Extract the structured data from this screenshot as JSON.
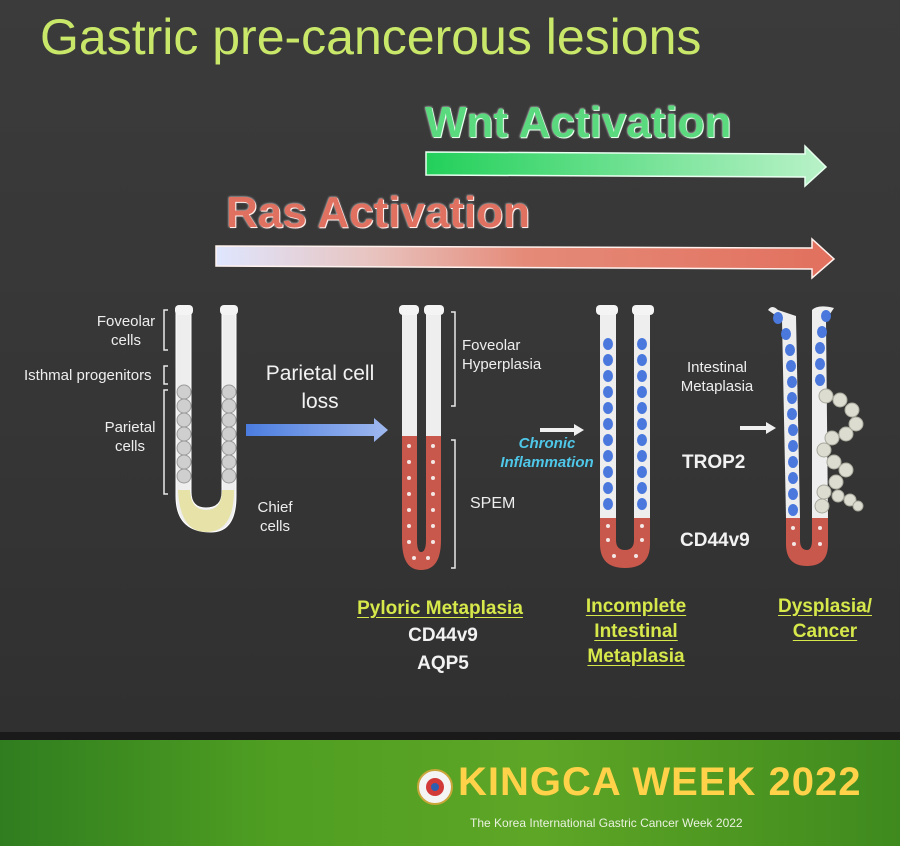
{
  "slide": {
    "title": "Gastric pre-cancerous lesions",
    "wnt_label": "Wnt Activation",
    "ras_label": "Ras Activation"
  },
  "gland1": {
    "foveolar": "Foveolar\ncells",
    "isthmal": "Isthmal progenitors",
    "parietal": "Parietal\ncells",
    "chief": "Chief\ncells"
  },
  "transition": {
    "parietal_loss": "Parietal cell\nloss"
  },
  "gland2": {
    "foveolar_hyperplasia": "Foveolar\nHyperplasia",
    "spem": "SPEM"
  },
  "gland3": {
    "chronic_inflammation": "Chronic\nInflammation"
  },
  "gland4": {
    "intestinal_metaplasia": "Intestinal\nMetaplasia",
    "trop2": "TROP2",
    "cd44v9": "CD44v9"
  },
  "stages": {
    "pyloric": "Pyloric Metaplasia",
    "pyloric_markers": [
      "CD44v9",
      "AQP5"
    ],
    "incomplete": "Incomplete\nIntestinal\nMetaplasia",
    "dysplasia": "Dysplasia/\nCancer"
  },
  "footer": {
    "event": "KINGCA WEEK 2022",
    "event_full": "The Korea International Gastric Cancer Week 2022"
  },
  "colors": {
    "title": "#c9e86a",
    "wnt": "#5bd97e",
    "ras": "#e07060",
    "stage_label": "#d7e84a",
    "chronic": "#4fc7e8",
    "footer_gold": "#ffd24a"
  }
}
